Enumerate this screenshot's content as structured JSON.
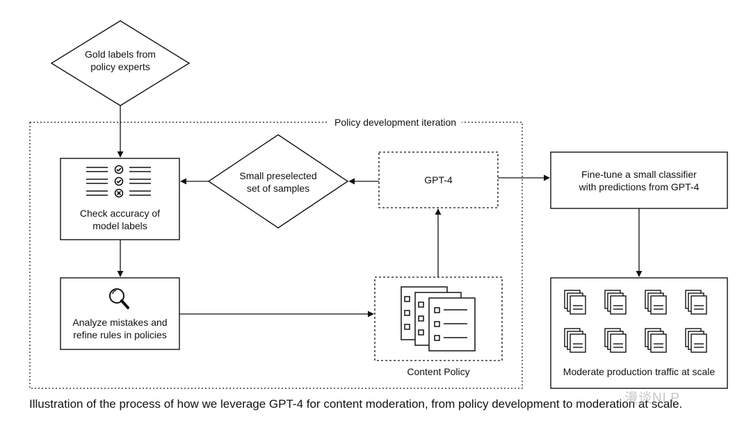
{
  "diagram": {
    "frame_title": "Policy development iteration",
    "nodes": {
      "gold_labels": "Gold labels from\npolicy experts",
      "check_accuracy": "Check accuracy of\nmodel labels",
      "small_preselected": "Small preselected\nset of samples",
      "gpt4": "GPT-4",
      "fine_tune": "Fine-tune a small classifier\nwith predictions from GPT-4",
      "analyze_mistakes": "Analyze mistakes and\nrefine rules in policies",
      "content_policy": "Content Policy",
      "moderate": "Moderate production traffic at scale"
    }
  },
  "caption": "Illustration of the process of how we leverage GPT-4 for content moderation, from policy development to moderation at scale.",
  "watermark": "漫谈NLP"
}
